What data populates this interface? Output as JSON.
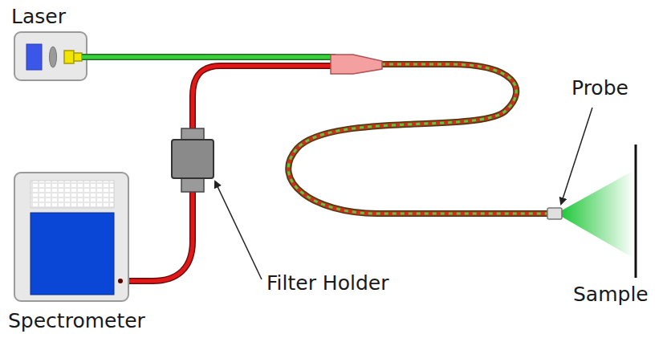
{
  "diagram": {
    "labels": [
      "Laser",
      "Probe",
      "Filter Holder",
      "Sample",
      "Spectrometer"
    ]
  }
}
